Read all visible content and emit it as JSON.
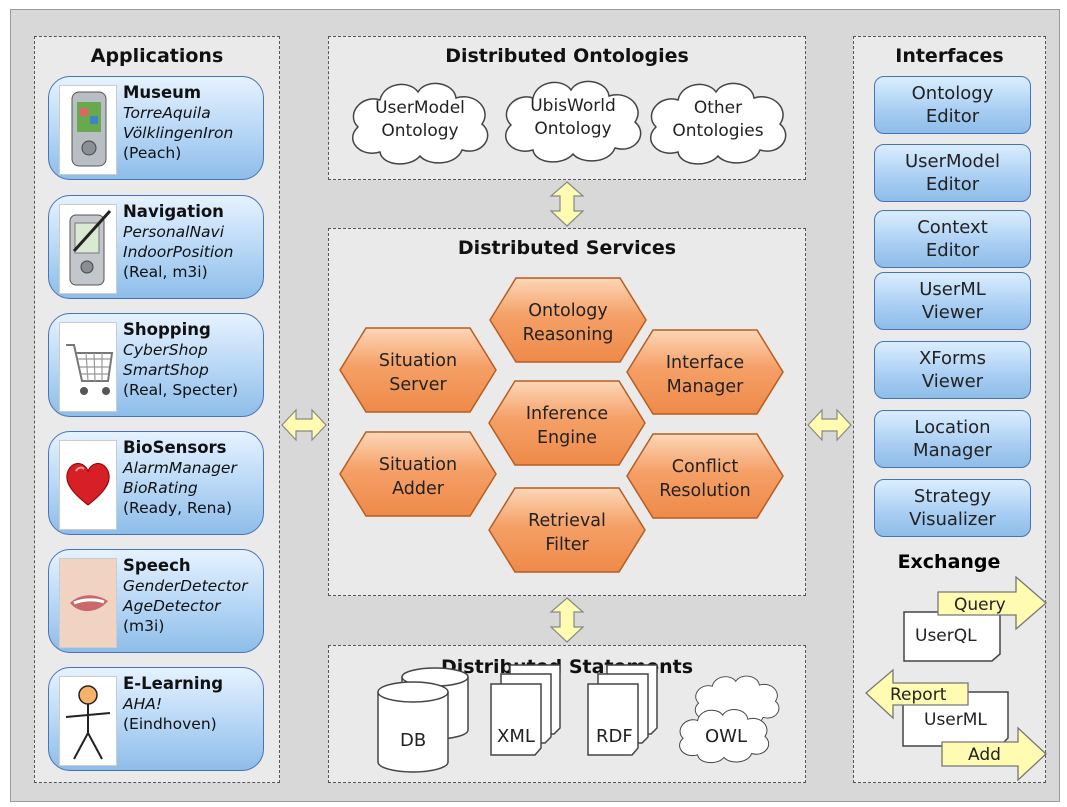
{
  "panels": {
    "applications": "Applications",
    "ontologies": "Distributed Ontologies",
    "services": "Distributed Services",
    "statements": "Distributed Statements",
    "interfaces": "Interfaces",
    "exchange": "Exchange"
  },
  "applications": [
    {
      "name": "Museum",
      "lines": [
        "TorreAquila",
        "VölklingenIron"
      ],
      "note": "(Peach)",
      "icon": "pda-icon"
    },
    {
      "name": "Navigation",
      "lines": [
        "PersonalNavi",
        "IndoorPosition"
      ],
      "note": "(Real, m3i)",
      "icon": "pda-stylus-icon"
    },
    {
      "name": "Shopping",
      "lines": [
        "CyberShop",
        "SmartShop"
      ],
      "note": "(Real, Specter)",
      "icon": "shopping-cart-icon"
    },
    {
      "name": "BioSensors",
      "lines": [
        "AlarmManager",
        "BioRating"
      ],
      "note": "(Ready, Rena)",
      "icon": "heart-icon"
    },
    {
      "name": "Speech",
      "lines": [
        "GenderDetector",
        "AgeDetector"
      ],
      "note": "(m3i)",
      "icon": "mouth-icon"
    },
    {
      "name": "E-Learning",
      "lines": [
        "AHA!"
      ],
      "note": "(Eindhoven)",
      "icon": "stick-figure-icon"
    }
  ],
  "ontologies": [
    {
      "l1": "UserModel",
      "l2": "Ontology"
    },
    {
      "l1": "UbisWorld",
      "l2": "Ontology"
    },
    {
      "l1": "Other",
      "l2": "Ontologies"
    }
  ],
  "services": {
    "ontology_reasoning": {
      "l1": "Ontology",
      "l2": "Reasoning"
    },
    "situation_server": {
      "l1": "Situation",
      "l2": "Server"
    },
    "interface_manager": {
      "l1": "Interface",
      "l2": "Manager"
    },
    "inference_engine": {
      "l1": "Inference",
      "l2": "Engine"
    },
    "situation_adder": {
      "l1": "Situation",
      "l2": "Adder"
    },
    "conflict_resolution": {
      "l1": "Conflict",
      "l2": "Resolution"
    },
    "retrieval_filter": {
      "l1": "Retrieval",
      "l2": "Filter"
    }
  },
  "statements": {
    "db": "DB",
    "xml": "XML",
    "rdf": "RDF",
    "owl": "OWL"
  },
  "interfaces": [
    "Ontology\nEditor",
    "UserModel\nEditor",
    "Context\nEditor",
    "UserML\nViewer",
    "XForms\nViewer",
    "Location\nManager",
    "Strategy\nVisualizer"
  ],
  "exchange": {
    "query": "Query",
    "userql": "UserQL",
    "report": "Report",
    "userml": "UserML",
    "add": "Add"
  },
  "colors": {
    "hex_fill": "#f5a067",
    "app_fill": "#b5d6f5",
    "arrow_fill": "#fffbb0"
  }
}
